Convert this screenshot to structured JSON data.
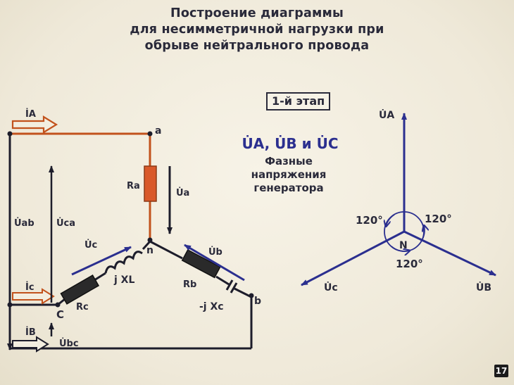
{
  "title": {
    "line1": "Построение диаграммы",
    "line2": "для несимметричной нагрузки при",
    "line3": "обрыве нейтрального провода"
  },
  "stage_label": "1-й этап",
  "phase_legend": {
    "title": "U̇A, U̇B и U̇C",
    "line1": "Фазные",
    "line2": "напряжения",
    "line3": "генератора"
  },
  "circuit": {
    "node_a": "a",
    "node_b": "b",
    "node_c": "C",
    "node_n": "n",
    "current_a": "İA",
    "current_b": "İB",
    "current_c": "İc",
    "voltage_ab": "U̇ab",
    "voltage_ca": "U̇ca",
    "voltage_bc": "U̇bc",
    "voltage_a": "U̇a",
    "voltage_b": "U̇b",
    "voltage_c": "U̇c",
    "resistor_a": "Ra",
    "resistor_b": "Rb",
    "resistor_c": "Rc",
    "inductor": "j XL",
    "capacitor": "-j Xc"
  },
  "phasor": {
    "origin": "N",
    "ua": "U̇A",
    "ub": "U̇B",
    "uc": "U̇c",
    "angle_left": "120°",
    "angle_right": "120°",
    "angle_bottom": "120°"
  },
  "page_number": "17",
  "colors": {
    "wire_black": "#1d1d2b",
    "wire_orange": "#c2521c",
    "resistor_orange": "#d9592a",
    "vector_navy": "#2b2f8f",
    "text_dark": "#2a2a3a",
    "background": "#f3eee0"
  }
}
